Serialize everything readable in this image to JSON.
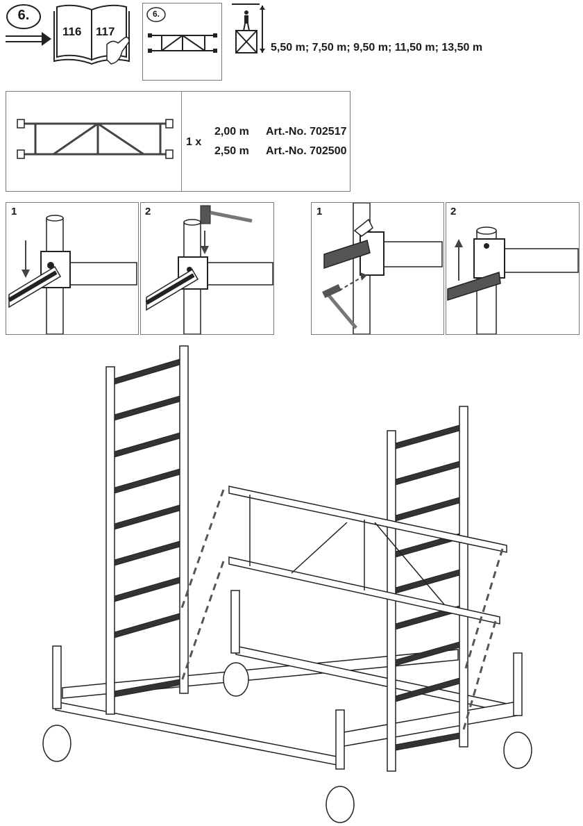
{
  "header": {
    "step_number": "6.",
    "manual_pages": [
      "116",
      "117"
    ],
    "thumbnail_step": "6.",
    "heights": "5,50 m; 7,50 m; 9,50 m; 11,50 m; 13,50 m"
  },
  "parts_box": {
    "quantity": "1 x",
    "rows": [
      {
        "length": "2,00 m",
        "article": "Art.-No. 702517"
      },
      {
        "length": "2,50 m",
        "article": "Art.-No. 702500"
      }
    ]
  },
  "detail_panels": {
    "left_set": [
      "1",
      "2"
    ],
    "right_set": [
      "1",
      "2"
    ]
  }
}
